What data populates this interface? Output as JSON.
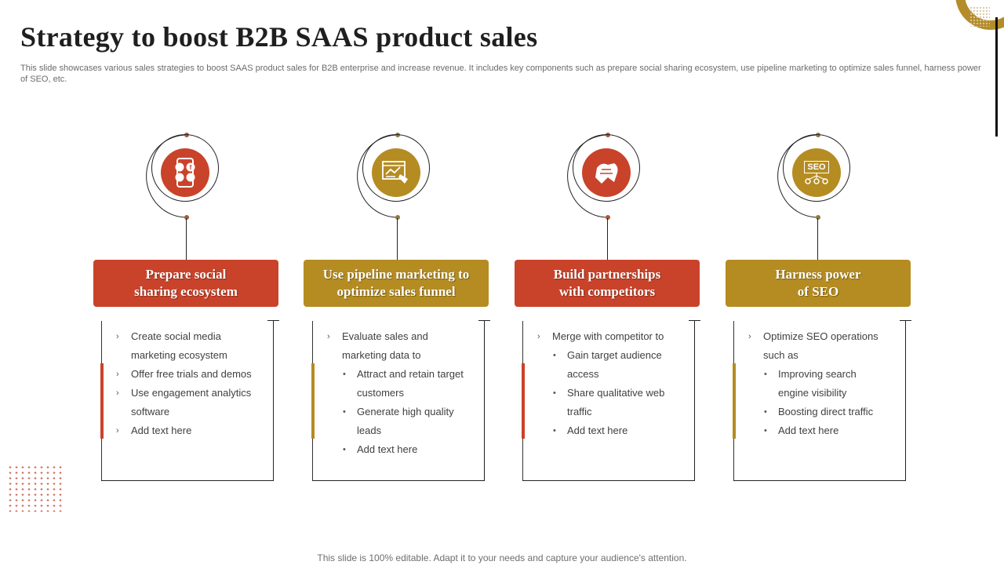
{
  "title": "Strategy to boost B2B SAAS product sales",
  "subtitle": "This slide showcases various sales strategies to boost SAAS  product sales for B2B enterprise and increase revenue. It includes key components such as prepare social sharing ecosystem, use pipeline marketing to optimize sales funnel, harness power of SEO,  etc.",
  "footer": "This slide is 100% editable. Adapt it to your needs and capture your audience's attention.",
  "colors": {
    "red": "#c9432a",
    "gold": "#b58c22",
    "line": "#222222",
    "text": "#404040"
  },
  "columns": [
    {
      "icon": "social-media-phone-icon",
      "color": "#c9432a",
      "header_line1": "Prepare social",
      "header_line2": "sharing ecosystem",
      "items": [
        {
          "type": "chevron",
          "text": "Create social media marketing ecosystem"
        },
        {
          "type": "chevron",
          "text": "Offer free trials and demos"
        },
        {
          "type": "chevron",
          "text": "Use engagement analytics software"
        },
        {
          "type": "chevron",
          "text": "Add text here"
        }
      ]
    },
    {
      "icon": "analytics-megaphone-icon",
      "color": "#b58c22",
      "header_line1": "Use pipeline marketing to",
      "header_line2": "optimize sales funnel",
      "items": [
        {
          "type": "chevron",
          "text": "Evaluate sales and marketing data to"
        },
        {
          "type": "bullet",
          "text": "Attract and retain target customers"
        },
        {
          "type": "bullet",
          "text": "Generate high quality leads"
        },
        {
          "type": "bullet",
          "text": "Add text here"
        }
      ]
    },
    {
      "icon": "handshake-icon",
      "color": "#c9432a",
      "header_line1": "Build partnerships",
      "header_line2": "with competitors",
      "items": [
        {
          "type": "chevron",
          "text": "Merge with competitor to"
        },
        {
          "type": "bullet",
          "text": "Gain target audience access"
        },
        {
          "type": "bullet",
          "text": "Share qualitative web traffic"
        },
        {
          "type": "bullet",
          "text": "Add text here"
        }
      ]
    },
    {
      "icon": "seo-icon",
      "color": "#b58c22",
      "header_line1": "Harness power",
      "header_line2": "of SEO",
      "seo_label": "SEO",
      "items": [
        {
          "type": "chevron",
          "text": "Optimize SEO operations such as"
        },
        {
          "type": "bullet",
          "text": "Improving  search engine visibility"
        },
        {
          "type": "bullet",
          "text": "Boosting direct traffic"
        },
        {
          "type": "bullet",
          "text": "Add text here"
        }
      ]
    }
  ]
}
